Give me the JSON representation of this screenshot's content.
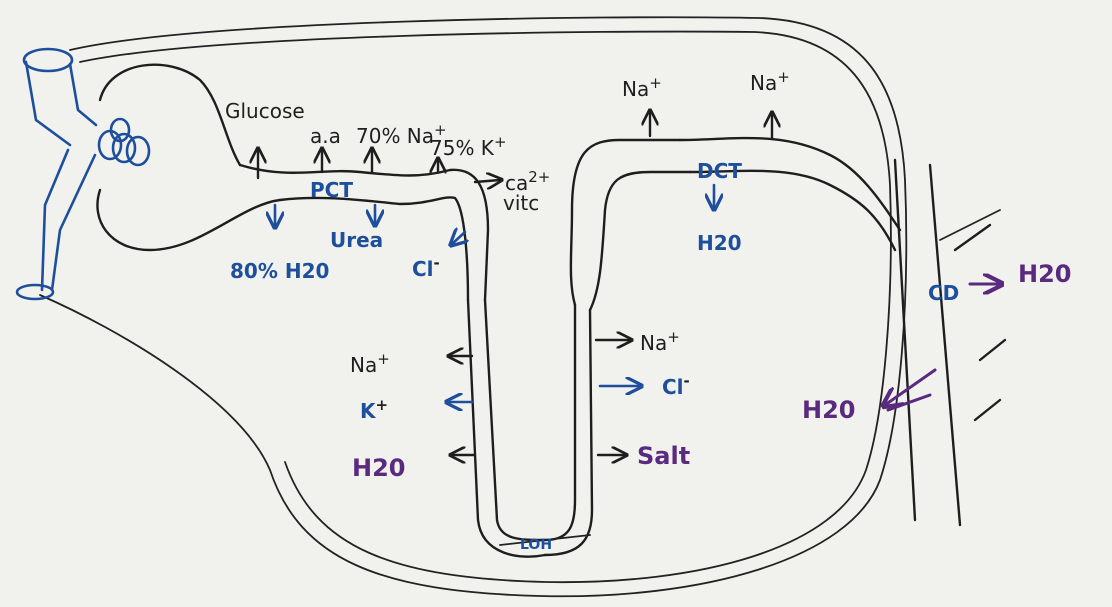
{
  "labels": {
    "glucose": "Glucose",
    "aa": "a.a",
    "na70": "70% Na",
    "na70_sup": "+",
    "k75": "75% K",
    "k75_sup": "+",
    "ca": "ca",
    "ca_sup": "2+",
    "vitc": "vitc",
    "pct": "PCT",
    "water80": "80% H20",
    "urea": "Urea",
    "cl_pct": "Cl",
    "cl_pct_sup": "-",
    "dct": "DCT",
    "na_dct1": "Na",
    "na_dct1_sup": "+",
    "na_dct2": "Na",
    "na_dct2_sup": "+",
    "h2o_dct": "H20",
    "cd": "CD",
    "h2o_cd_out": "H20",
    "h2o_cd_in": "H20",
    "na_desc": "Na",
    "na_desc_sup": "+",
    "k_desc": "K",
    "k_desc_sup": "+",
    "h2o_desc": "H20",
    "na_asc": "Na",
    "na_asc_sup": "+",
    "cl_asc": "Cl",
    "cl_asc_sup": "-",
    "salt_asc": "Salt",
    "loh": "LOH"
  },
  "colors": {
    "ink": "#1e1e1e",
    "blue": "#1d4f9c",
    "purple": "#5a2a7e",
    "paper": "#f1f1ee"
  }
}
